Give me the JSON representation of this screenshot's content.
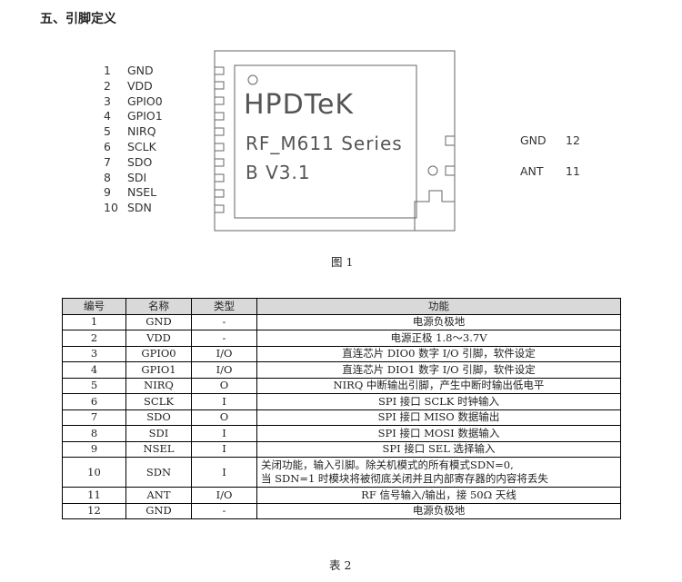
{
  "section_heading": "五、引脚定义",
  "left_pins": [
    {
      "num": "1",
      "name": "GND"
    },
    {
      "num": "2",
      "name": "VDD"
    },
    {
      "num": "3",
      "name": "GPIO0"
    },
    {
      "num": "4",
      "name": "GPIO1"
    },
    {
      "num": "5",
      "name": "NIRQ"
    },
    {
      "num": "6",
      "name": "SCLK"
    },
    {
      "num": "7",
      "name": "SDO"
    },
    {
      "num": "8",
      "name": "SDI"
    },
    {
      "num": "9",
      "name": "NSEL"
    },
    {
      "num": "10",
      "name": "SDN"
    }
  ],
  "right_pins": [
    {
      "name": "GND",
      "num": "12"
    },
    {
      "name": "ANT",
      "num": "11"
    }
  ],
  "module": {
    "brand": "HPDTeK",
    "series": "RF_M611 Series",
    "version": "B V3.1"
  },
  "figure_caption": "图 1",
  "table": {
    "headers": [
      "编号",
      "名称",
      "类型",
      "功能"
    ],
    "rows": [
      {
        "num": "1",
        "name": "GND",
        "type": "-",
        "func": "电源负极地"
      },
      {
        "num": "2",
        "name": "VDD",
        "type": "-",
        "func": "电源正极 1.8～3.7V"
      },
      {
        "num": "3",
        "name": "GPIO0",
        "type": "I/O",
        "func": "直连芯片 DIO0 数字 I/O 引脚，软件设定"
      },
      {
        "num": "4",
        "name": "GPIO1",
        "type": "I/O",
        "func": "直连芯片 DIO1 数字 I/O 引脚，软件设定"
      },
      {
        "num": "5",
        "name": "NIRQ",
        "type": "O",
        "func": "NIRQ 中断输出引脚，产生中断时输出低电平"
      },
      {
        "num": "6",
        "name": "SCLK",
        "type": "I",
        "func": "SPI 接口 SCLK 时钟输入"
      },
      {
        "num": "7",
        "name": "SDO",
        "type": "O",
        "func": "SPI 接口 MISO 数据输出"
      },
      {
        "num": "8",
        "name": "SDI",
        "type": "I",
        "func": "SPI 接口 MOSI 数据输入"
      },
      {
        "num": "9",
        "name": "NSEL",
        "type": "I",
        "func": "SPI 接口 SEL 选择输入"
      },
      {
        "num": "10",
        "name": "SDN",
        "type": "I",
        "func": "关闭功能，输入引脚。除关机模式的所有模式SDN=0,",
        "func2": "当 SDN=1 时模块将被彻底关闭并且内部寄存器的内容将丢失"
      },
      {
        "num": "11",
        "name": "ANT",
        "type": "I/O",
        "func": "RF 信号输入/输出，接 50Ω 天线"
      },
      {
        "num": "12",
        "name": "GND",
        "type": "-",
        "func": "电源负极地"
      }
    ]
  },
  "table_caption": "表 2"
}
